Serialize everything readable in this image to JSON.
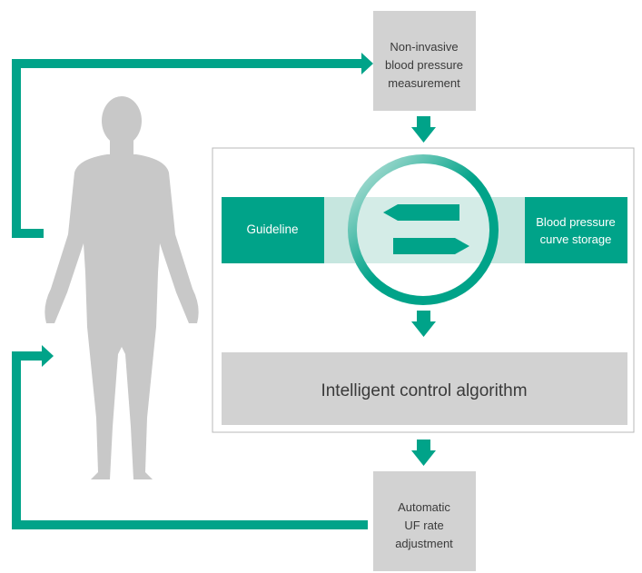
{
  "colors": {
    "accent": "#00a389",
    "accent_light": "#c6e6df",
    "gray_box": "#d2d2d2",
    "figure_gray": "#c8c8c8",
    "text_dark": "#3a3a3a",
    "text_white": "#ffffff",
    "frame_border": "#b8b8b8"
  },
  "nodes": {
    "measurement_lines": [
      "Non-invasive",
      "blood pressure",
      "measurement"
    ],
    "guideline": "Guideline",
    "storage_lines": [
      "Blood pressure",
      "curve storage"
    ],
    "algorithm": "Intelligent control algorithm",
    "adjustment_lines": [
      "Automatic",
      "UF rate",
      "adjustment"
    ]
  },
  "icons": {
    "patient": "human-figure-icon",
    "exchange": "double-arrow-exchange-icon"
  }
}
